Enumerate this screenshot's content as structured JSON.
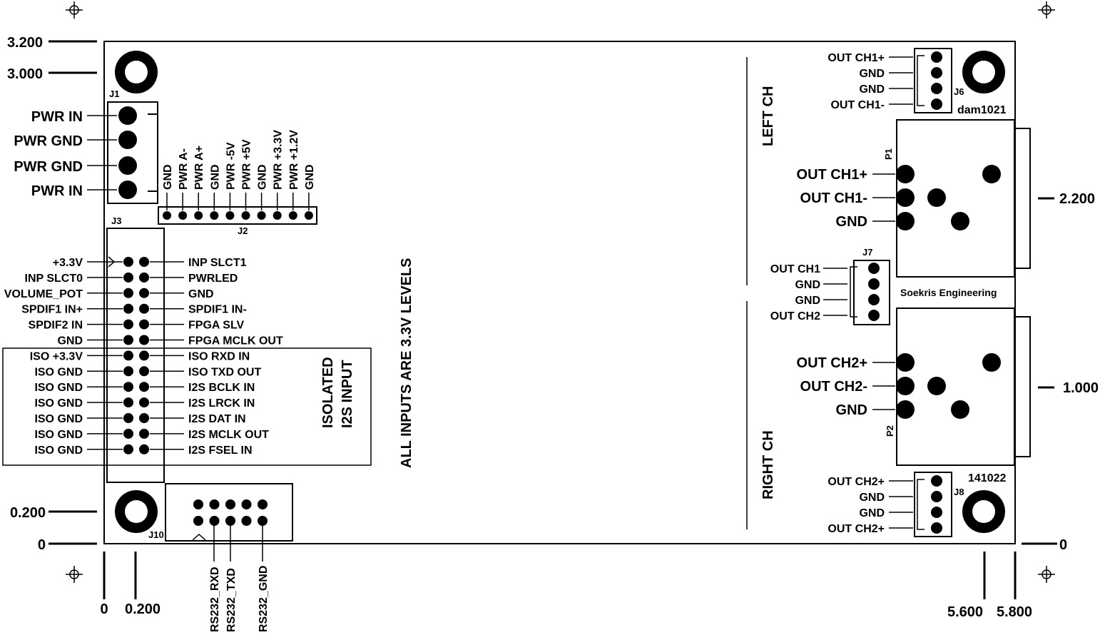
{
  "dimensions": {
    "left": [
      "3.200",
      "3.000",
      "0.200",
      "0"
    ],
    "right": [
      "2.200",
      "1.000",
      "0"
    ],
    "bottom": [
      "0",
      "0.200",
      "5.600",
      "5.800"
    ]
  },
  "board": {
    "notice": "ALL INPUTS ARE 3.3V LEVELS",
    "isolated_line1": "ISOLATED",
    "isolated_line2": "I2S INPUT",
    "left_ch": "LEFT CH",
    "right_ch": "RIGHT CH",
    "vendor": "Soekris Engineering",
    "model": "dam1021",
    "date_code": "141022"
  },
  "j1": {
    "designator": "J1",
    "pins": [
      "PWR IN",
      "PWR GND",
      "PWR GND",
      "PWR IN"
    ]
  },
  "j2": {
    "designator": "J2",
    "pins": [
      "GND",
      "PWR A-",
      "PWR A+",
      "GND",
      "PWR -5V",
      "PWR +5V",
      "GND",
      "PWR +3.3V",
      "PWR +1.2V",
      "GND"
    ]
  },
  "j3": {
    "designator": "J3",
    "left": [
      "+3.3V",
      "INP SLCT0",
      "VOLUME_POT",
      "SPDIF1 IN+",
      "SPDIF2 IN",
      "GND",
      "ISO +3.3V",
      "ISO GND",
      "ISO GND",
      "ISO GND",
      "ISO GND",
      "ISO GND",
      "ISO GND"
    ],
    "right": [
      "INP SLCT1",
      "PWRLED",
      "GND",
      "SPDIF1 IN-",
      "FPGA SLV",
      "FPGA MCLK OUT",
      "ISO RXD IN",
      "ISO TXD OUT",
      "I2S BCLK IN",
      "I2S LRCK IN",
      "I2S DAT IN",
      "I2S MCLK OUT",
      "I2S FSEL IN"
    ]
  },
  "j10": {
    "designator": "J10",
    "pins": [
      "RS232_RXD",
      "RS232_TXD",
      "RS232_GND"
    ]
  },
  "j6": {
    "designator": "J6",
    "pins": [
      "OUT CH1+",
      "GND",
      "GND",
      "OUT CH1-"
    ]
  },
  "j7": {
    "designator": "J7",
    "pins": [
      "OUT CH1",
      "GND",
      "GND",
      "OUT CH2"
    ]
  },
  "j8": {
    "designator": "J8",
    "pins": [
      "OUT CH2+",
      "GND",
      "GND",
      "OUT CH2+"
    ]
  },
  "p1": {
    "designator": "P1",
    "pins": [
      "OUT CH1+",
      "OUT CH1-",
      "GND"
    ]
  },
  "p2": {
    "designator": "P2",
    "pins": [
      "OUT CH2+",
      "OUT CH2-",
      "GND"
    ]
  }
}
